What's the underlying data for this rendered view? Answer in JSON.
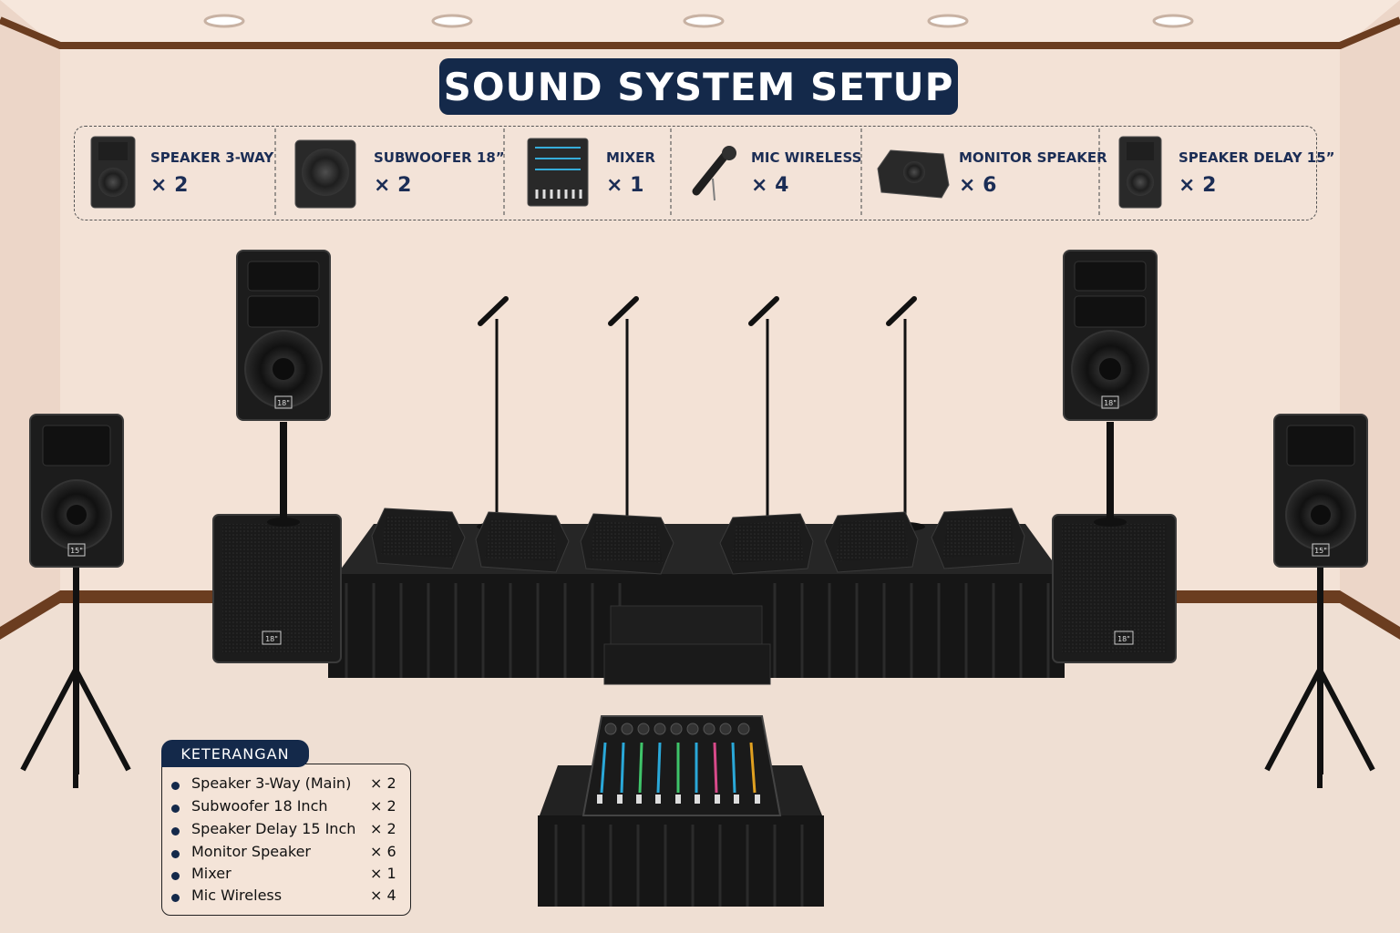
{
  "title": "SOUND SYSTEM SETUP",
  "equipment": [
    {
      "label": "SPEAKER 3-WAY",
      "count": "× 2",
      "icon": "speaker-3way-icon"
    },
    {
      "label": "SUBWOOFER 18”",
      "count": "× 2",
      "icon": "subwoofer-icon"
    },
    {
      "label": "MIXER",
      "count": "× 1",
      "icon": "mixer-icon"
    },
    {
      "label": "MIC WIRELESS",
      "count": "× 4",
      "icon": "microphone-icon"
    },
    {
      "label": "MONITOR SPEAKER",
      "count": "× 6",
      "icon": "monitor-speaker-icon"
    },
    {
      "label": "SPEAKER DELAY 15”",
      "count": "× 2",
      "icon": "speaker-delay-icon"
    }
  ],
  "speaker_badges": {
    "main": "18\"",
    "sub": "18\"",
    "delay": "15\""
  },
  "legend": {
    "title": "KETERANGAN",
    "items": [
      {
        "label": "Speaker 3-Way (Main)",
        "qty": "× 2"
      },
      {
        "label": "Subwoofer 18 Inch",
        "qty": "× 2"
      },
      {
        "label": "Speaker Delay 15 Inch",
        "qty": "× 2"
      },
      {
        "label": "Monitor Speaker",
        "qty": "× 6"
      },
      {
        "label": "Mixer",
        "qty": "× 1"
      },
      {
        "label": "Mic Wireless",
        "qty": "× 4"
      }
    ]
  },
  "colors": {
    "wall": "#f1ddd0",
    "trim": "#6b3d20",
    "navy": "#14294a",
    "equipment": "#1c1c1c"
  }
}
